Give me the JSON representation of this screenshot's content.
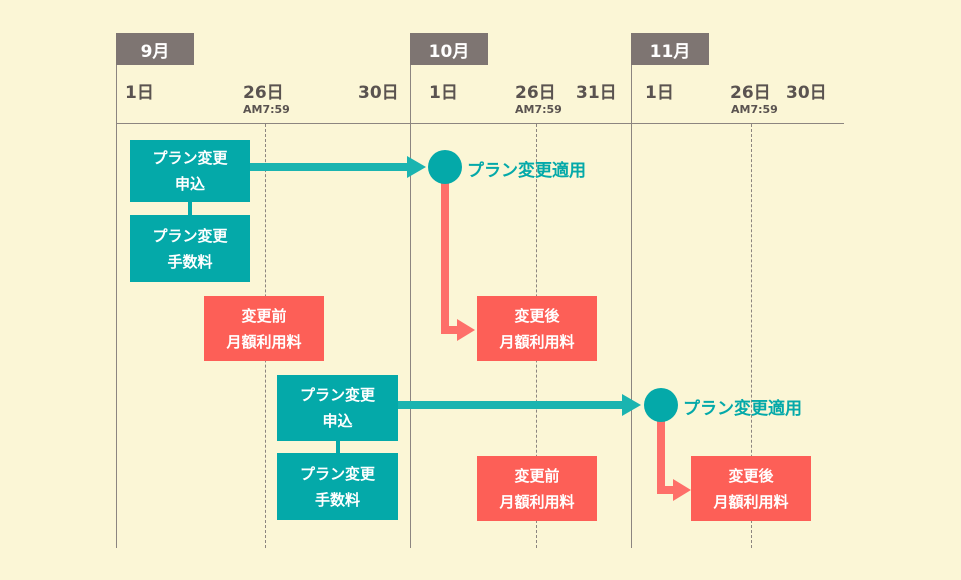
{
  "months": [
    "9月",
    "10月",
    "11月"
  ],
  "days": {
    "sep": [
      "1日",
      "26日",
      "30日"
    ],
    "oct": [
      "1日",
      "26日",
      "31日"
    ],
    "nov": [
      "1日",
      "26日",
      "30日"
    ]
  },
  "time_note": "AM7:59",
  "rows": [
    {
      "apply_line1": "プラン変更",
      "apply_line2": "申込",
      "fee_line1": "プラン変更",
      "fee_line2": "手数料",
      "before_line1": "変更前",
      "before_line2": "月額利用料",
      "event": "プラン変更適用",
      "after_line1": "変更後",
      "after_line2": "月額利用料"
    },
    {
      "apply_line1": "プラン変更",
      "apply_line2": "申込",
      "fee_line1": "プラン変更",
      "fee_line2": "手数料",
      "before_line1": "変更前",
      "before_line2": "月額利用料",
      "event": "プラン変更適用",
      "after_line1": "変更後",
      "after_line2": "月額利用料"
    }
  ],
  "colors": {
    "teal": "#04a9a9",
    "salmon": "#fd5f57",
    "tab": "#7e7572",
    "background": "#fbf6d6"
  }
}
